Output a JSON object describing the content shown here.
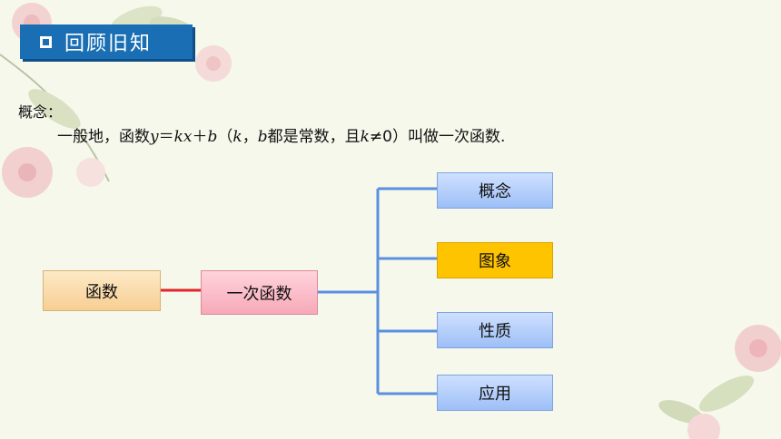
{
  "header": {
    "title": "回顾旧知"
  },
  "concept": {
    "label": "概念：",
    "definition": {
      "p1": "一般地，函数",
      "e1": "y",
      "p2": "＝",
      "e2": "kx",
      "p3": "＋",
      "e3": "b",
      "p4": "（",
      "e4": "k",
      "p5": "，",
      "e5": "b",
      "p6": "都是常数，且",
      "e6": "k",
      "p7": "≠0）叫做一次函数."
    }
  },
  "diagram": {
    "root": "函数",
    "center": "一次函数",
    "branches": [
      "概念",
      "图象",
      "性质",
      "应用"
    ],
    "colors": {
      "connector_red": "#e0262a",
      "connector_blue": "#5b8fe0",
      "highlight": "#ffc400",
      "title_bar": "#1a6fb4"
    }
  }
}
